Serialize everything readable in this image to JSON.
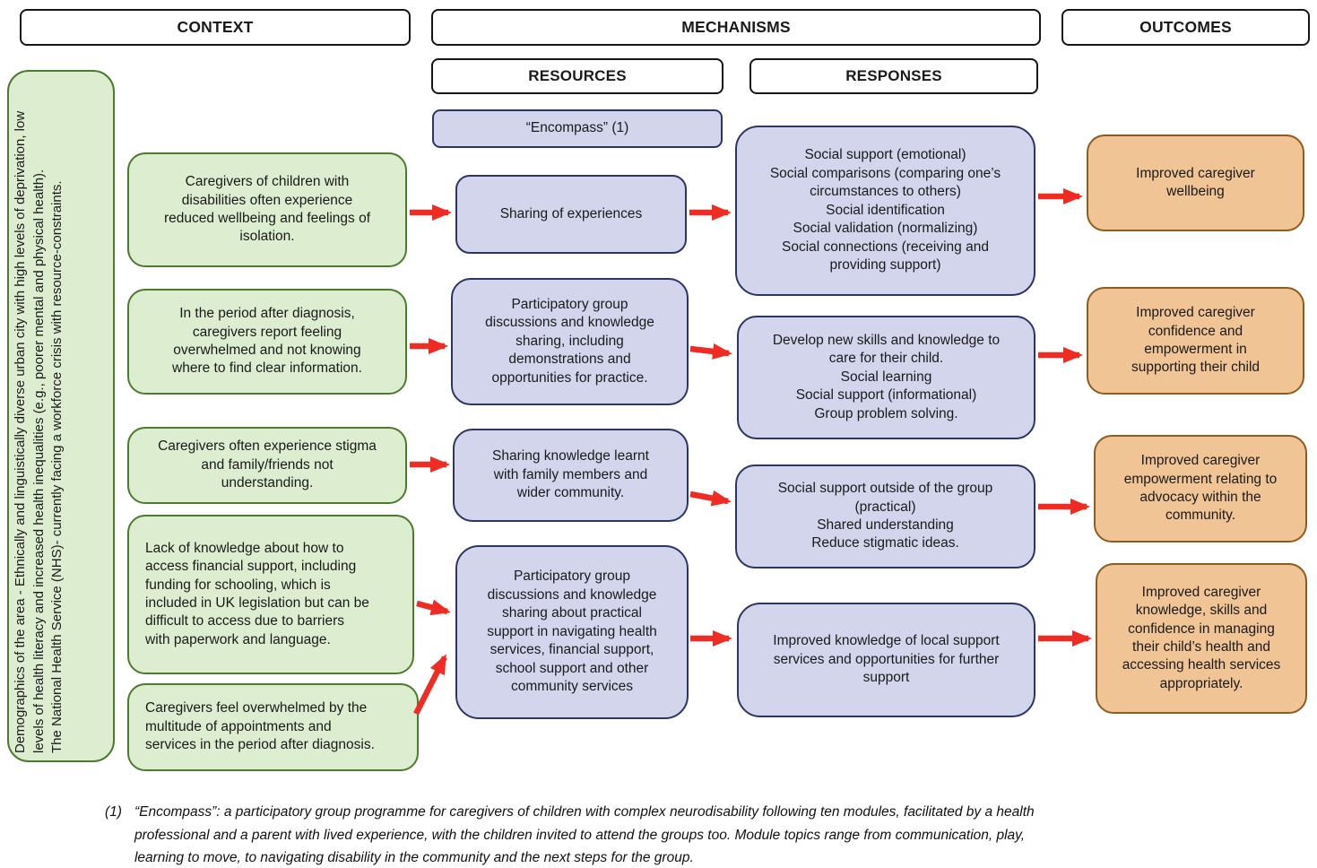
{
  "headers": {
    "context": "CONTEXT",
    "mechanisms": "MECHANISMS",
    "outcomes": "OUTCOMES",
    "resources": "RESOURCES",
    "responses": "RESPONSES"
  },
  "sidebar": {
    "text": "Demographics of the area - Ethnically and linguistically diverse urban city with high levels of deprivation, low levels of health literacy and increased health inequalities (e.g., poorer mental and physical health).\nThe National Health Service (NHS)- currently facing a workforce crisis with resource-constraints."
  },
  "context_boxes": [
    "Caregivers of children with\ndisabilities often experience\nreduced wellbeing and feelings of\nisolation.",
    "In the period after diagnosis,\ncaregivers report feeling\noverwhelmed and not knowing\nwhere to find clear information.",
    "Caregivers often experience stigma\nand family/friends not\nunderstanding.",
    "Lack of knowledge about how to\naccess financial support, including\nfunding for schooling, which is\nincluded in UK legislation but can be\ndifficult to access due to barriers\nwith paperwork and language.",
    "Caregivers feel overwhelmed by the\nmultitude of appointments and\nservices in the period after diagnosis."
  ],
  "resources": {
    "encompass_label": "“Encompass” (1)",
    "boxes": [
      "Sharing of experiences",
      "Participatory group\ndiscussions and knowledge\nsharing, including\ndemonstrations and\nopportunities for practice.",
      "Sharing knowledge learnt\nwith family members and\nwider community.",
      "Participatory group\ndiscussions and knowledge\nsharing about practical\nsupport in navigating health\nservices, financial support,\nschool support and other\ncommunity services"
    ]
  },
  "responses": {
    "boxes": [
      "Social support (emotional)\nSocial comparisons (comparing one’s\ncircumstances to others)\nSocial identification\nSocial validation (normalizing)\nSocial connections (receiving and\nproviding support)",
      "Develop new skills and knowledge to\ncare for their child.\nSocial learning\nSocial support (informational)\nGroup problem solving.",
      "Social support outside of the group\n(practical)\nShared understanding\nReduce stigmatic ideas.",
      "Improved knowledge of local support\nservices and opportunities for further\nsupport"
    ]
  },
  "outcomes_boxes": [
    "Improved caregiver\nwellbeing",
    "Improved caregiver\nconfidence and\nempowerment in\nsupporting their child",
    "Improved caregiver\nempowerment relating to\nadvocacy within the\ncommunity.",
    "Improved caregiver\nknowledge, skills and\nconfidence in managing\ntheir child’s health and\naccessing health services\nappropriately."
  ],
  "footnote": {
    "marker": "(1)",
    "text": "“Encompass”: a participatory group programme for caregivers of children with complex neurodisability following ten modules, facilitated by a health\nprofessional and a parent with lived experience, with the children invited to attend the groups too. Module topics range from communication, play,\nlearning to move, to navigating disability in the community and the next steps for the group."
  },
  "colors": {
    "context_fill": "#ddedd0",
    "context_border": "#4c7a2f",
    "mechanism_fill": "#d3d5ed",
    "mechanism_border": "#2d3563",
    "outcome_fill": "#f0c494",
    "outcome_border": "#8f5c20",
    "arrow_red": "#ee2c23"
  }
}
